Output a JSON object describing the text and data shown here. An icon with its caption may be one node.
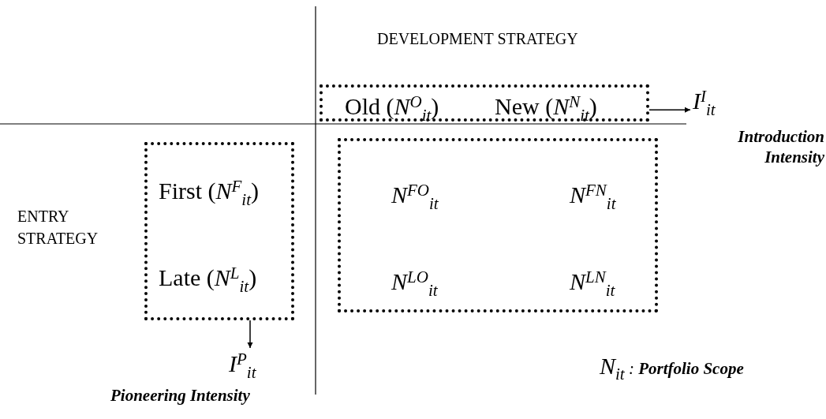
{
  "diagram": {
    "nodes": [
      {
        "text": [
          "Old (*N*$^{O}$$_{it}$)",
          "New (*N*$^{N}$$_{it}$)"
        ]
      },
      {
        "text": [
          "First (*N*$^{F}$$_{it}$)",
          "Late (*N*$^{L}$$_{it}$)"
        ]
      },
      {
        "text": [
          "N$^{FO}$$_{it}$",
          "N$^{FN}$$_{it}$",
          "N$^{LO}$$_{it}$",
          "N$^{LN}$$_{it}$"
        ]
      },
      {
        "text": [
          "I$^{I}$$_{it}$"
        ],
        "beside": [
          "Introduction Intensity"
        ]
      },
      {
        "text": [
          "I$^{P}$$_{it}$"
        ],
        "beside": [
          "Pioneering Intensity"
        ]
      }
    ],
    "edges": [
      {
        "from": 0,
        "to": 3,
        "arrow": "to"
      },
      {
        "from": 1,
        "to": 4,
        "arrow": "to"
      }
    ],
    "labels": [
      "DEVELOPMENT STRATEGY",
      "ENTRY STRATEGY",
      "N$_{it}$ : **Portfolio Scope**"
    ]
  }
}
